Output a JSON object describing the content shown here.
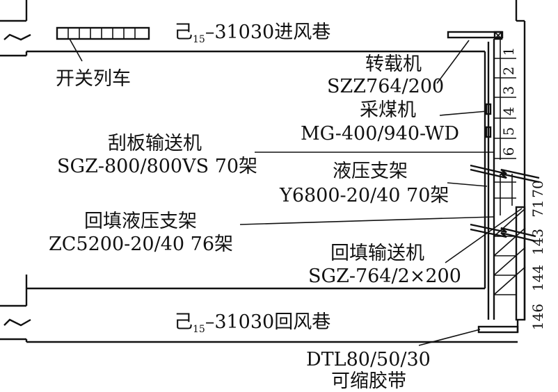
{
  "intake_roadway": {
    "prefix": "己",
    "sub": "15",
    "suffix": "–31030进风巷"
  },
  "return_roadway": {
    "prefix": "己",
    "sub": "15",
    "suffix": "–31030回风巷"
  },
  "switch_train": "开关列车",
  "transfer_machine": {
    "name": "转载机",
    "model": "SZZ764/200"
  },
  "shearer": {
    "name": "采煤机",
    "model": "MG-400/940-WD"
  },
  "scraper_conveyor": {
    "name": "刮板输送机",
    "model": "SGZ-800/800VS 70架"
  },
  "hydraulic_support": {
    "name": "液压支架",
    "model": "Y6800-20/40 70架"
  },
  "backfill_support": {
    "name": "回填液压支架",
    "model": "ZC5200-20/40 76架"
  },
  "backfill_conveyor": {
    "name": "回填输送机",
    "model": "SGZ-764/2×200"
  },
  "belt_conveyor": {
    "model": "DTL80/50/30",
    "name": "可缩胶带"
  },
  "support_numbers": [
    "1",
    "2",
    "3",
    "4",
    "5",
    "6",
    "70",
    "71",
    "143",
    "144",
    "146"
  ]
}
